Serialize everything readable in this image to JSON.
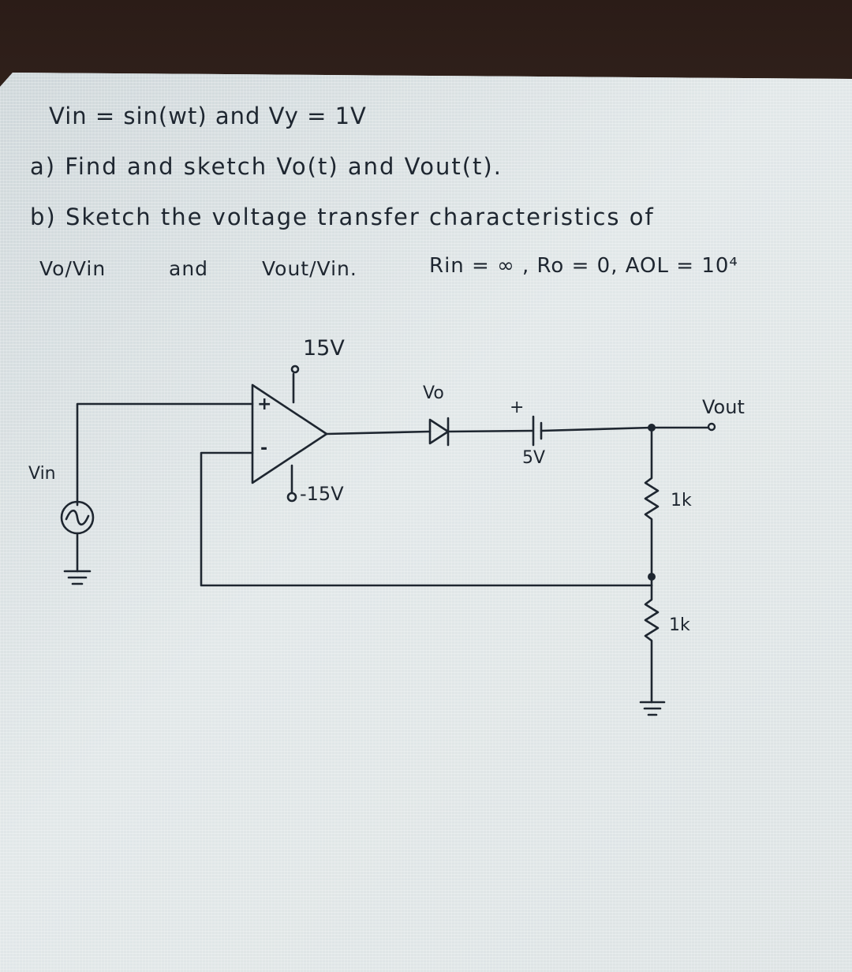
{
  "problem": {
    "line1": "Vin = sin(wt) and Vy = 1V",
    "line2": "a) Find and sketch Vo(t) and Vout(t).",
    "line3": "b) Sketch the voltage transfer characteristics of",
    "line4a": "Vo/Vin",
    "line4b": "and",
    "line4c": "Vout/Vin.",
    "line4d": "Rin = ∞ , Ro = 0, AOL = 10⁴"
  },
  "circuit": {
    "vplus": "15V",
    "vminus": "-15V",
    "vo": "Vo",
    "battery_plus": "+",
    "battery": "5V",
    "vout": "Vout",
    "source": "Vin",
    "r1": "1k",
    "r2": "1k",
    "in_plus": "+",
    "in_minus": "-"
  },
  "colors": {
    "ink": "#1e2630",
    "paper": "#d7dee0"
  }
}
